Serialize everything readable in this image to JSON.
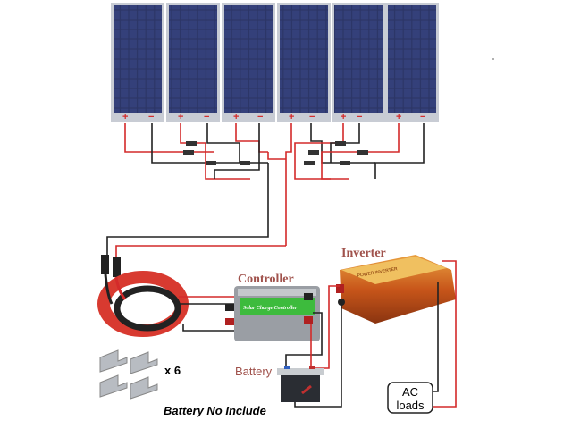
{
  "labels": {
    "inverter": "Inverter",
    "controller": "Controller",
    "battery": "Battery",
    "ac_loads_line1": "AC",
    "ac_loads_line2": "loads",
    "bracket_count": "x 6",
    "battery_note": "Battery No Include"
  },
  "device_text": {
    "controller_face": "Solar Charge Controller",
    "inverter_face": "POWER INVERTER"
  },
  "panel_terminals": {
    "plus": "+",
    "minus": "−"
  },
  "colors": {
    "wire_positive": "#d42a2a",
    "wire_negative": "#222222",
    "panel": "#2a3360",
    "inverter": "#c8561a",
    "controller_label": "#3dbb3d"
  }
}
